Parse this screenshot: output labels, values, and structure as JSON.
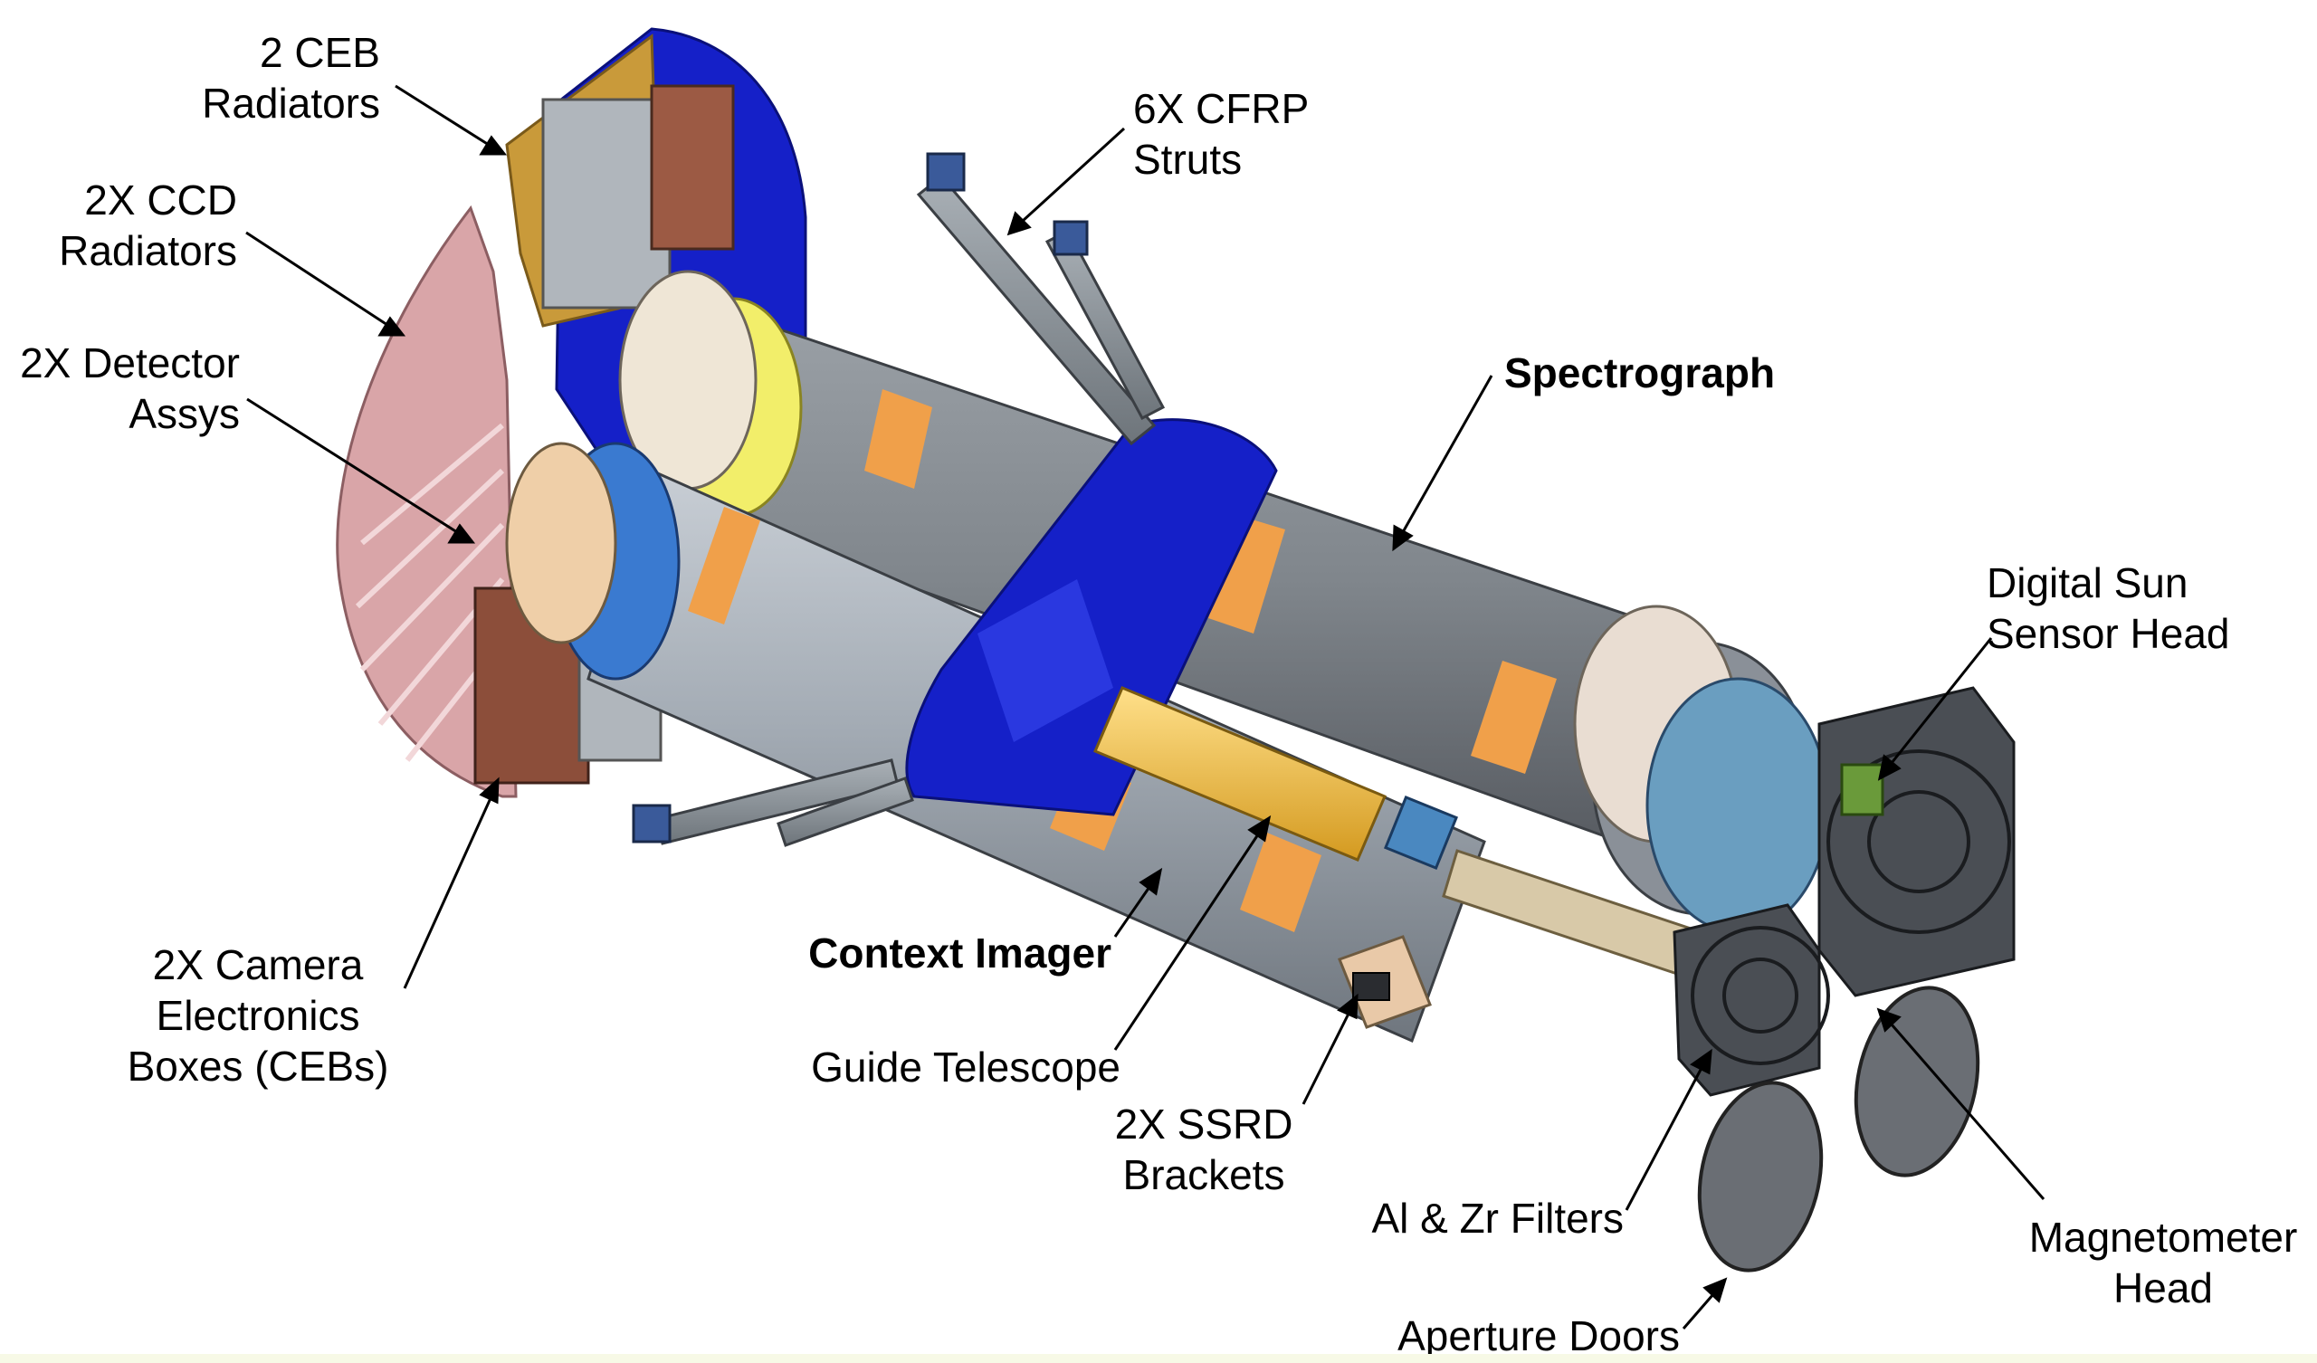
{
  "labels": {
    "ceb_radiators": [
      "2 CEB",
      "Radiators"
    ],
    "ccd_radiators": [
      "2X CCD",
      "Radiators"
    ],
    "detector_assys": [
      "2X Detector",
      "Assys"
    ],
    "camera_electronics": [
      "2X Camera",
      "Electronics",
      "Boxes (CEBs)"
    ],
    "cfrp_struts": [
      "6X CFRP",
      "Struts"
    ],
    "spectrograph": "Spectrograph",
    "digital_sun_sensor": [
      "Digital Sun",
      "Sensor Head"
    ],
    "context_imager": "Context Imager",
    "guide_telescope": "Guide Telescope",
    "ssrd_brackets": [
      "2X SSRD",
      "Brackets"
    ],
    "filters": "Al & Zr Filters",
    "magnetometer": [
      "Magnetometer",
      "Head"
    ],
    "aperture_doors": "Aperture Doors"
  },
  "colors": {
    "ccd_radiator_pink": "#d9a5a8",
    "blue_plate": "#1520c8",
    "tube_gray": "#9aa3ad",
    "tube_dark": "#70757c",
    "orange_tape": "#f0a04a",
    "gold": "#f2c24a",
    "yellow_ring": "#f2ee6a",
    "teal_strut": "#4cb8bc",
    "copper": "#c9825e",
    "door_gray": "#6a6e74"
  }
}
